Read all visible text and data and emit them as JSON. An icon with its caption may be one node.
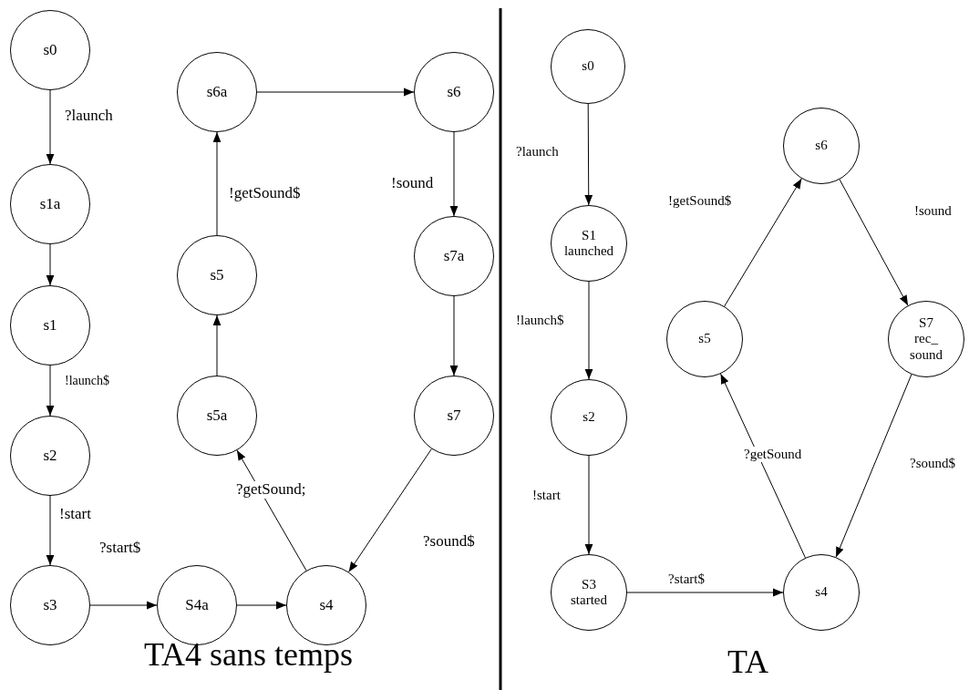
{
  "diagram": {
    "nodes": [
      {
        "text": [
          "s0"
        ]
      },
      {
        "text": [
          "s1a"
        ]
      },
      {
        "text": [
          "s1"
        ]
      },
      {
        "text": [
          "s2"
        ]
      },
      {
        "text": [
          "s3"
        ]
      },
      {
        "text": [
          "S4a"
        ]
      },
      {
        "text": [
          "s4"
        ]
      },
      {
        "text": [
          "s5a"
        ]
      },
      {
        "text": [
          "s5"
        ]
      },
      {
        "text": [
          "s6a"
        ]
      },
      {
        "text": [
          "s6"
        ]
      },
      {
        "text": [
          "s7a"
        ]
      },
      {
        "text": [
          "s7"
        ]
      },
      {
        "text": [
          "s0"
        ]
      },
      {
        "text": [
          "S1 launched"
        ]
      },
      {
        "text": [
          "s2"
        ]
      },
      {
        "text": [
          "S3 started"
        ]
      },
      {
        "text": [
          "s4"
        ]
      },
      {
        "text": [
          "s5"
        ]
      },
      {
        "text": [
          "s6"
        ]
      },
      {
        "text": [
          "S7 rec_ sound"
        ]
      }
    ],
    "edges": [
      {
        "from": 0,
        "to": 1,
        "arrow": "to",
        "label": "?launch"
      },
      {
        "from": 1,
        "to": 2,
        "arrow": "to"
      },
      {
        "from": 2,
        "to": 3,
        "arrow": "to",
        "label": "!launch$"
      },
      {
        "from": 3,
        "to": 4,
        "arrow": "to",
        "label": "!start"
      },
      {
        "from": 4,
        "to": 5,
        "arrow": "to",
        "label": "?start$"
      },
      {
        "from": 5,
        "to": 6,
        "arrow": "to"
      },
      {
        "from": 6,
        "to": 7,
        "arrow": "to",
        "label": "?getSound;"
      },
      {
        "from": 7,
        "to": 8,
        "arrow": "to"
      },
      {
        "from": 8,
        "to": 9,
        "arrow": "to",
        "label": "!getSound$"
      },
      {
        "from": 9,
        "to": 10,
        "arrow": "to"
      },
      {
        "from": 10,
        "to": 11,
        "arrow": "to",
        "label": "!sound"
      },
      {
        "from": 11,
        "to": 12,
        "arrow": "to"
      },
      {
        "from": 12,
        "to": 6,
        "arrow": "to",
        "label": "?sound$"
      },
      {
        "from": 13,
        "to": 14,
        "arrow": "to",
        "label": "?launch"
      },
      {
        "from": 14,
        "to": 15,
        "arrow": "to",
        "label": "!launch$"
      },
      {
        "from": 15,
        "to": 16,
        "arrow": "to",
        "label": "!start"
      },
      {
        "from": 16,
        "to": 17,
        "arrow": "to",
        "label": "?start$"
      },
      {
        "from": 17,
        "to": 18,
        "arrow": "to",
        "label": "?getSound"
      },
      {
        "from": 18,
        "to": 19,
        "arrow": "to",
        "label": "!getSound$"
      },
      {
        "from": 19,
        "to": 20,
        "arrow": "to",
        "label": "!sound"
      },
      {
        "from": 20,
        "to": 17,
        "arrow": "to",
        "label": "?sound$"
      }
    ],
    "labels": [
      "TA4 sans temps",
      "TA"
    ]
  }
}
